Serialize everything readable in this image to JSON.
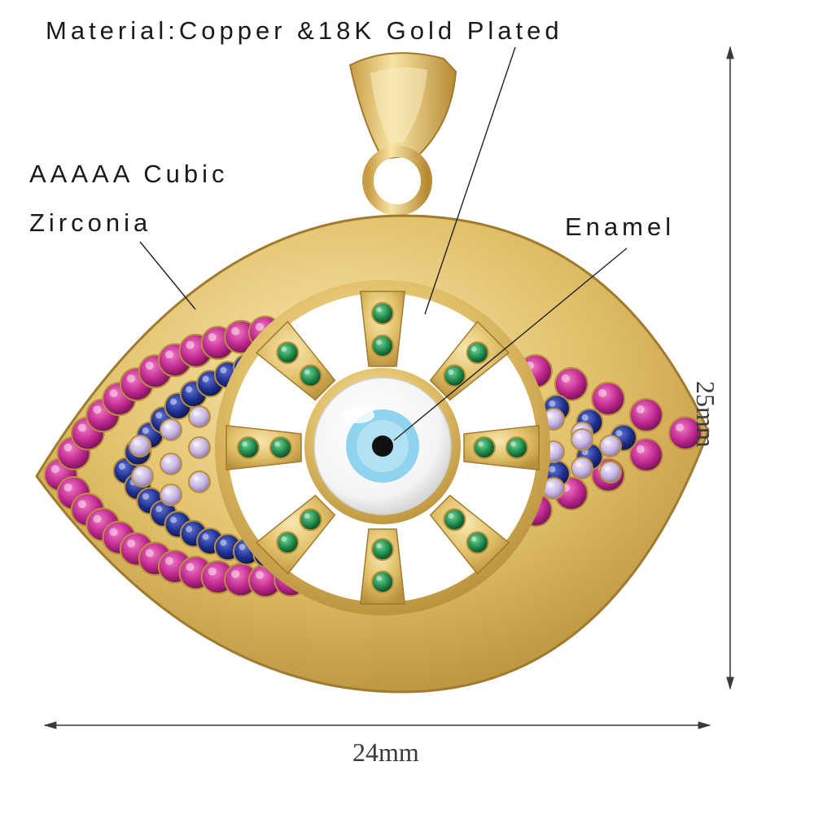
{
  "labels": {
    "material": "Material:Copper &18K Gold Plated",
    "cubic_line1": "AAAAA Cubic",
    "cubic_line2": "Zirconia",
    "enamel": "Enamel"
  },
  "dimensions": {
    "width": "24mm",
    "height": "25mm"
  },
  "colors": {
    "background": "#ffffff",
    "gold": "#e2c06a",
    "gold_dark": "#b8913a",
    "gold_light": "#f6e3a8",
    "stone_pink": "#c0288f",
    "stone_blue": "#1f2f8f",
    "stone_green": "#1f8a4a",
    "stone_lavender": "#c8b6e2",
    "enamel_white": "#fbfbfb",
    "iris_blue": "#8fd3ee",
    "pupil": "#111111",
    "leader_line": "#222222"
  }
}
